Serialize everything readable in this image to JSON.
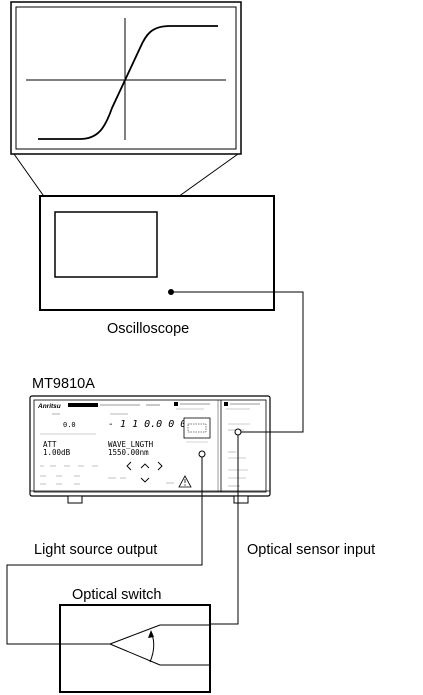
{
  "labels": {
    "oscilloscope": "Oscilloscope",
    "instrument_model": "MT9810A",
    "light_source_output": "Light source output",
    "optical_sensor_input": "Optical sensor input",
    "optical_switch": "Optical switch"
  },
  "instrument": {
    "brand": "Anritsu",
    "channel_a_value": "- 1 1 0.0 0 0",
    "att_label": "ATT",
    "att_value": "1.00dB",
    "wavelength_label": "WAVE_LNGTH",
    "wavelength_value": "1550.00nm",
    "left_readout": "0.0"
  }
}
